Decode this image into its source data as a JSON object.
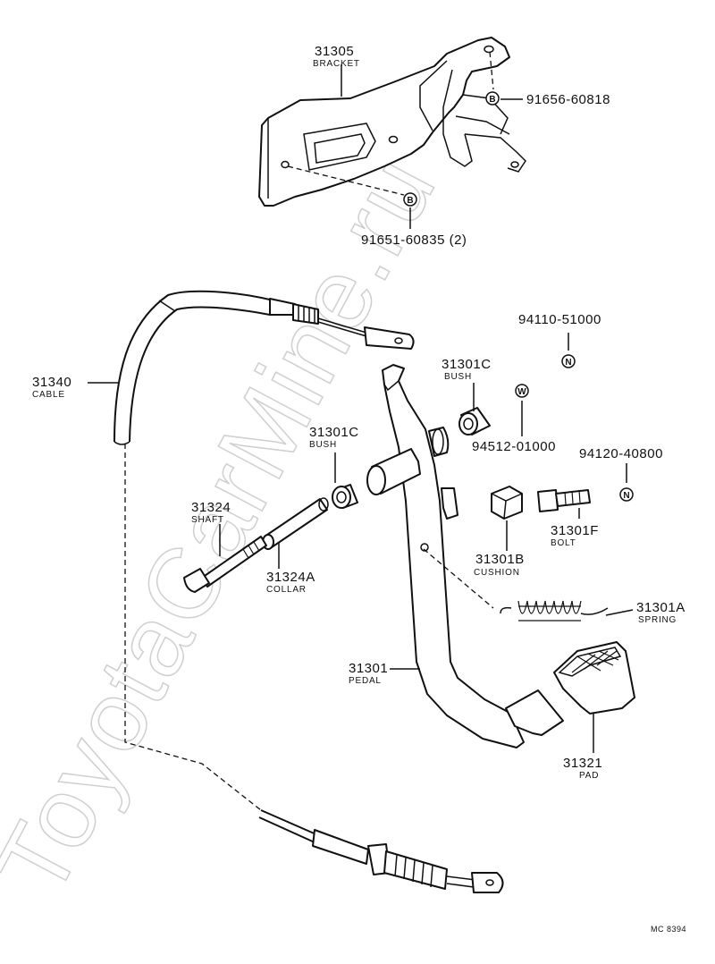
{
  "watermark": "ToyotaCarMine.ru",
  "diagram_code": "MC 8394",
  "callouts": [
    {
      "id": "31305",
      "part": "31305",
      "name": "BRACKET"
    },
    {
      "id": "91656-60818",
      "part": "91656-60818",
      "symbol": "B"
    },
    {
      "id": "91651-60835",
      "part": "91651-60835 (2)",
      "symbol": "B"
    },
    {
      "id": "94110-51000",
      "part": "94110-51000",
      "symbol": "N"
    },
    {
      "id": "31301C-upper",
      "part": "31301C",
      "name": "BUSH"
    },
    {
      "id": "94512-01000",
      "part": "94512-01000",
      "symbol": "W"
    },
    {
      "id": "31340",
      "part": "31340",
      "name": "CABLE"
    },
    {
      "id": "31301C-lower",
      "part": "31301C",
      "name": "BUSH"
    },
    {
      "id": "94120-40800",
      "part": "94120-40800",
      "symbol": "N"
    },
    {
      "id": "31324",
      "part": "31324",
      "name": "SHAFT"
    },
    {
      "id": "31301F",
      "part": "31301F",
      "name": "BOLT"
    },
    {
      "id": "31324A",
      "part": "31324A",
      "name": "COLLAR"
    },
    {
      "id": "31301B",
      "part": "31301B",
      "name": "CUSHION"
    },
    {
      "id": "31301A",
      "part": "31301A",
      "name": "SPRING"
    },
    {
      "id": "31301",
      "part": "31301",
      "name": "PEDAL"
    },
    {
      "id": "31321",
      "part": "31321",
      "name": "PAD"
    }
  ]
}
